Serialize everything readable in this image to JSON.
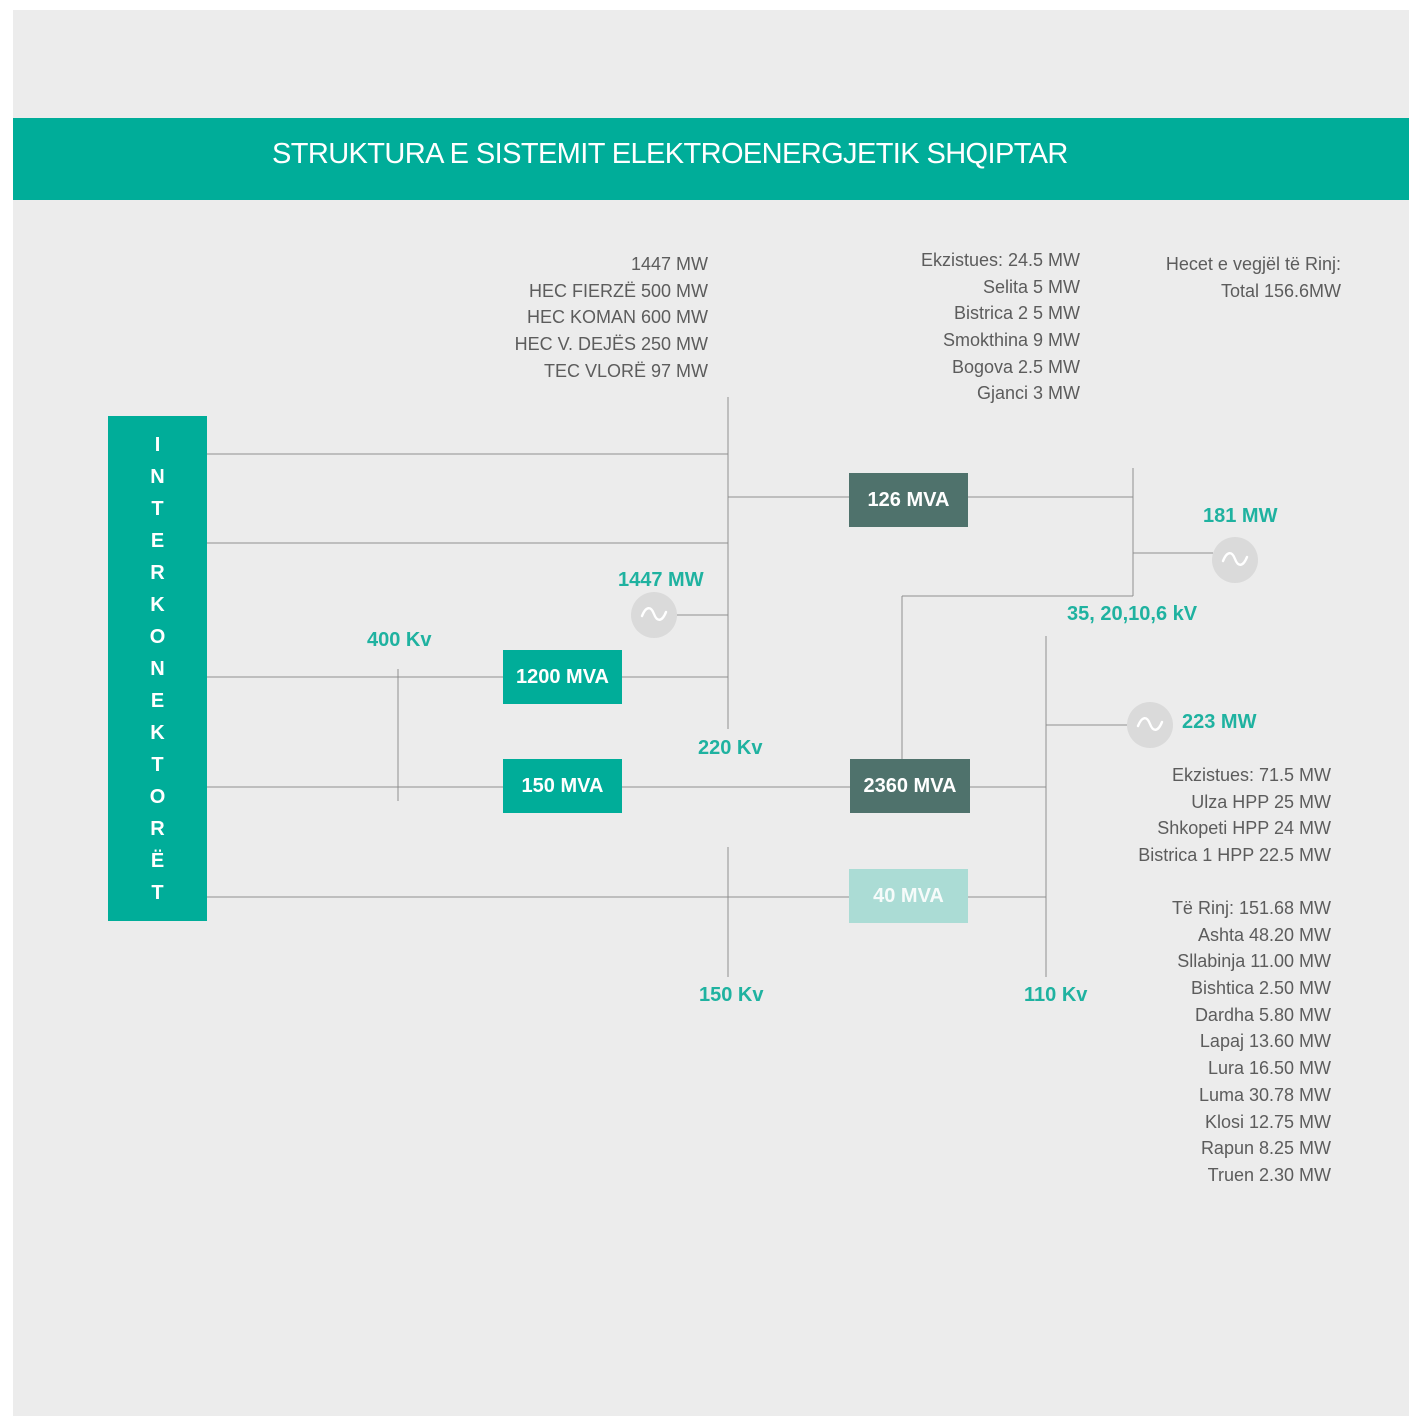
{
  "title": "STRUKTURA E SISTEMIT ELEKTROENERGJETIK SHQIPTAR",
  "colors": {
    "accent": "#00ad99",
    "dark_box": "#4f726c",
    "light_box": "#abdcd5",
    "label": "#1fb2a0",
    "text": "#5c5c5c",
    "background": "#ececec"
  },
  "interconnector": {
    "label": "I\nN\nT\nE\nR\nK\nO\nN\nE\nK\nT\nO\nR\nË\nT"
  },
  "boxes": {
    "mva_126": "126 MVA",
    "mva_1200": "1200 MVA",
    "mva_150": "150 MVA",
    "mva_2360": "2360 MVA",
    "mva_40": "40 MVA"
  },
  "labels": {
    "kv_400": "400 Kv",
    "kv_220": "220 Kv",
    "kv_150": "150 Kv",
    "kv_110": "110 Kv",
    "kv_35": "35, 20,10,6 kV",
    "mw_1447": "1447 MW",
    "mw_181": "181 MW",
    "mw_223": "223 MW"
  },
  "generators_list": [
    "1447 MW",
    "HEC FIERZË 500 MW",
    "HEC KOMAN 600 MW",
    "HEC V. DEJËS 250 MW",
    "TEC VLORË 97 MW"
  ],
  "existing_small": [
    "Ekzistues: 24.5 MW",
    "Selita  5 MW",
    "Bistrica 2  5 MW",
    "Smokthina  9 MW",
    "Bogova  2.5 MW",
    "Gjanci 3 MW"
  ],
  "small_new_hpp": {
    "title": "Hecet e vegjël të Rinj:",
    "total": "Total  156.6MW"
  },
  "existing_110": [
    "Ekzistues: 71.5 MW",
    "Ulza HPP 25 MW",
    "Shkopeti HPP 24 MW",
    "Bistrica 1 HPP 22.5 MW"
  ],
  "new_110": [
    "Të Rinj: 151.68 MW",
    "Ashta 48.20 MW",
    "Sllabinja 11.00 MW",
    "Bishtica 2.50 MW",
    "Dardha 5.80 MW",
    "Lapaj 13.60 MW",
    "Lura 16.50 MW",
    "Luma 30.78 MW",
    "Klosi 12.75 MW",
    "Rapun 8.25 MW",
    "Truen 2.30 MW"
  ],
  "icons": {
    "generator": "generator-icon"
  }
}
